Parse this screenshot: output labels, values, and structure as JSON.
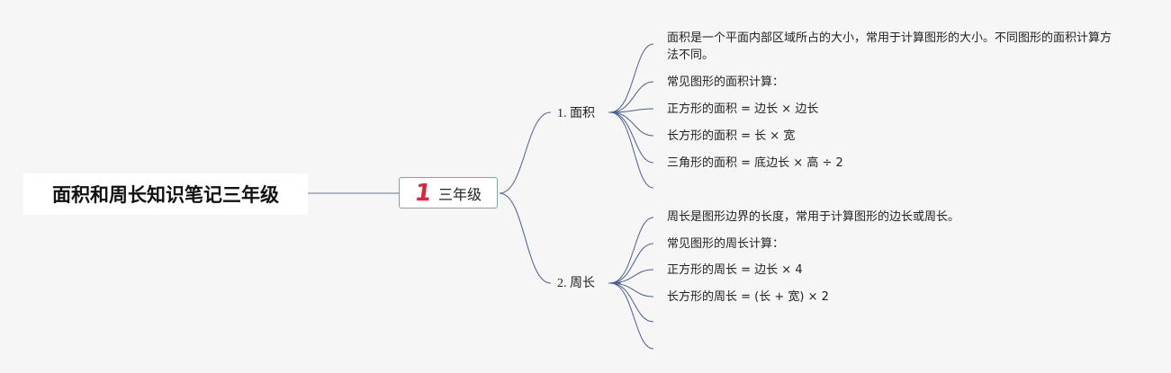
{
  "root": {
    "title": "面积和周长知识笔记三年级"
  },
  "grade": {
    "icon": "red-number-one-icon",
    "number": "1",
    "label": "三年级"
  },
  "branches": [
    {
      "label": "1. 面积",
      "items": [
        "面积是一个平面内部区域所占的大小，常用于计算图形的大小。不同图形的面积计算方法不同。",
        "常见图形的面积计算：",
        "正方形的面积 = 边长 × 边长",
        "长方形的面积 = 长 × 宽",
        "三角形的面积 = 底边长 × 高 ÷ 2",
        ""
      ]
    },
    {
      "label": "2. 周长",
      "items": [
        "周长是图形边界的长度，常用于计算图形的边长或周长。",
        "常见图形的周长计算：",
        "正方形的周长 = 边长 × 4",
        "长方形的周长 = (长 + 宽) × 2",
        "",
        ""
      ]
    }
  ],
  "colors": {
    "connector": "#4b5e8c",
    "root_connector": "#7f93b0",
    "grade_border": "#7aa89e",
    "grade_icon": "#d9283b"
  }
}
